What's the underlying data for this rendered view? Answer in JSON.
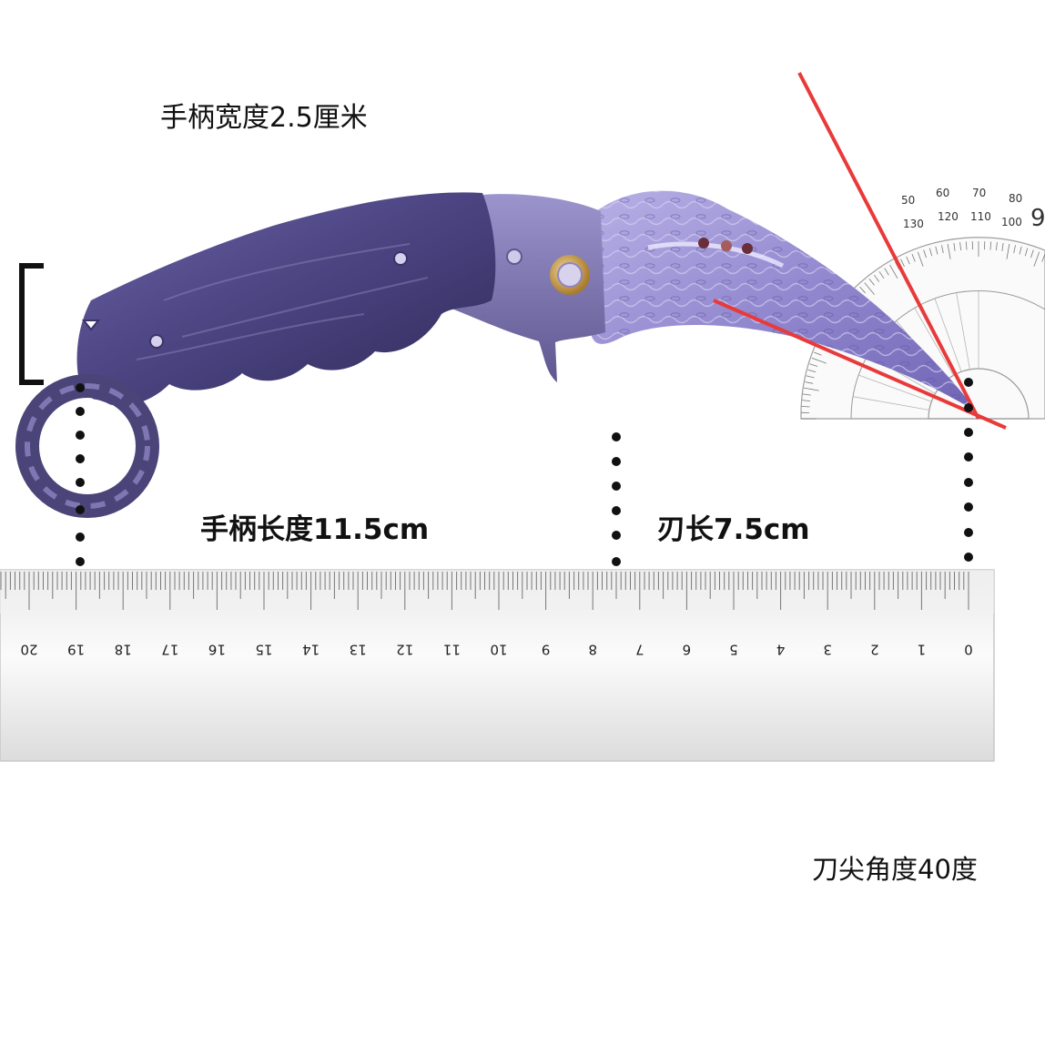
{
  "labels": {
    "handle_width": "手柄宽度2.5厘米",
    "handle_length": "手柄长度11.5cm",
    "blade_length": "刃长7.5cm",
    "tip_angle": "刀尖角度40度"
  },
  "ruler": {
    "numbers": [
      "0",
      "1",
      "2",
      "3",
      "4",
      "5",
      "6",
      "7",
      "8",
      "9",
      "10",
      "11",
      "12",
      "13",
      "14",
      "15",
      "16",
      "17",
      "18",
      "19",
      "20"
    ]
  },
  "protractor": {
    "outer_numbers": [
      "50",
      "60",
      "70",
      "80",
      "9"
    ],
    "inner_numbers": [
      "130",
      "120",
      "110",
      "100"
    ]
  },
  "colors": {
    "handle_purple": "#5b5290",
    "bolster_purple": "#7d74ae",
    "blade_lavender": "#a49ad8",
    "pivot_gold": "#c9a04a",
    "angle_line_red": "#e83a3a",
    "marker_black": "#111111"
  },
  "icons": {
    "handle_width_bracket": "left-square-bracket",
    "measurement_dots": "dotted-vertical-line"
  }
}
